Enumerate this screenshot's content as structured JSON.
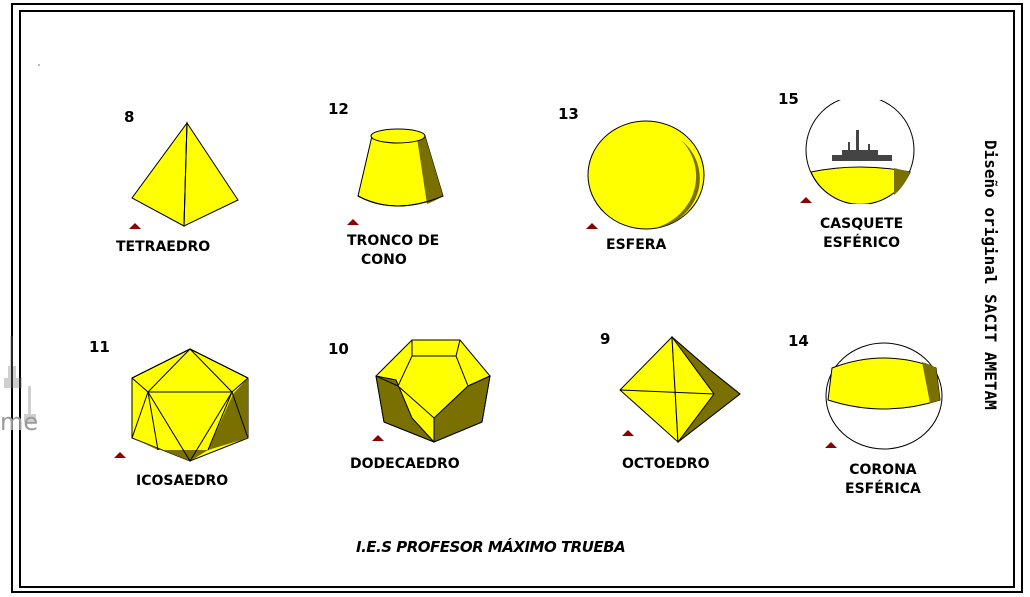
{
  "figures": [
    {
      "number": "8",
      "label_lines": [
        "TETRAEDRO"
      ]
    },
    {
      "number": "12",
      "label_lines": [
        "TRONCO DE",
        "CONO"
      ]
    },
    {
      "number": "13",
      "label_lines": [
        "ESFERA"
      ]
    },
    {
      "number": "15",
      "label_lines": [
        "CASQUETE",
        "ESFÉRICO"
      ]
    },
    {
      "number": "11",
      "label_lines": [
        "ICOSAEDRO"
      ]
    },
    {
      "number": "10",
      "label_lines": [
        "DODECAEDRO"
      ]
    },
    {
      "number": "9",
      "label_lines": [
        "OCTOEDRO"
      ]
    },
    {
      "number": "14",
      "label_lines": [
        "CORONA",
        "ESFÉRICA"
      ]
    }
  ],
  "credit": "Diseño original SACIT AMETAM",
  "footer": "I.E.S PROFESOR MÁXIMO TRUEBA",
  "watermark_text": "me",
  "colors": {
    "shape_fill": "#ffff00",
    "shape_shade": "#7a7000",
    "marker": "#8b0000"
  }
}
